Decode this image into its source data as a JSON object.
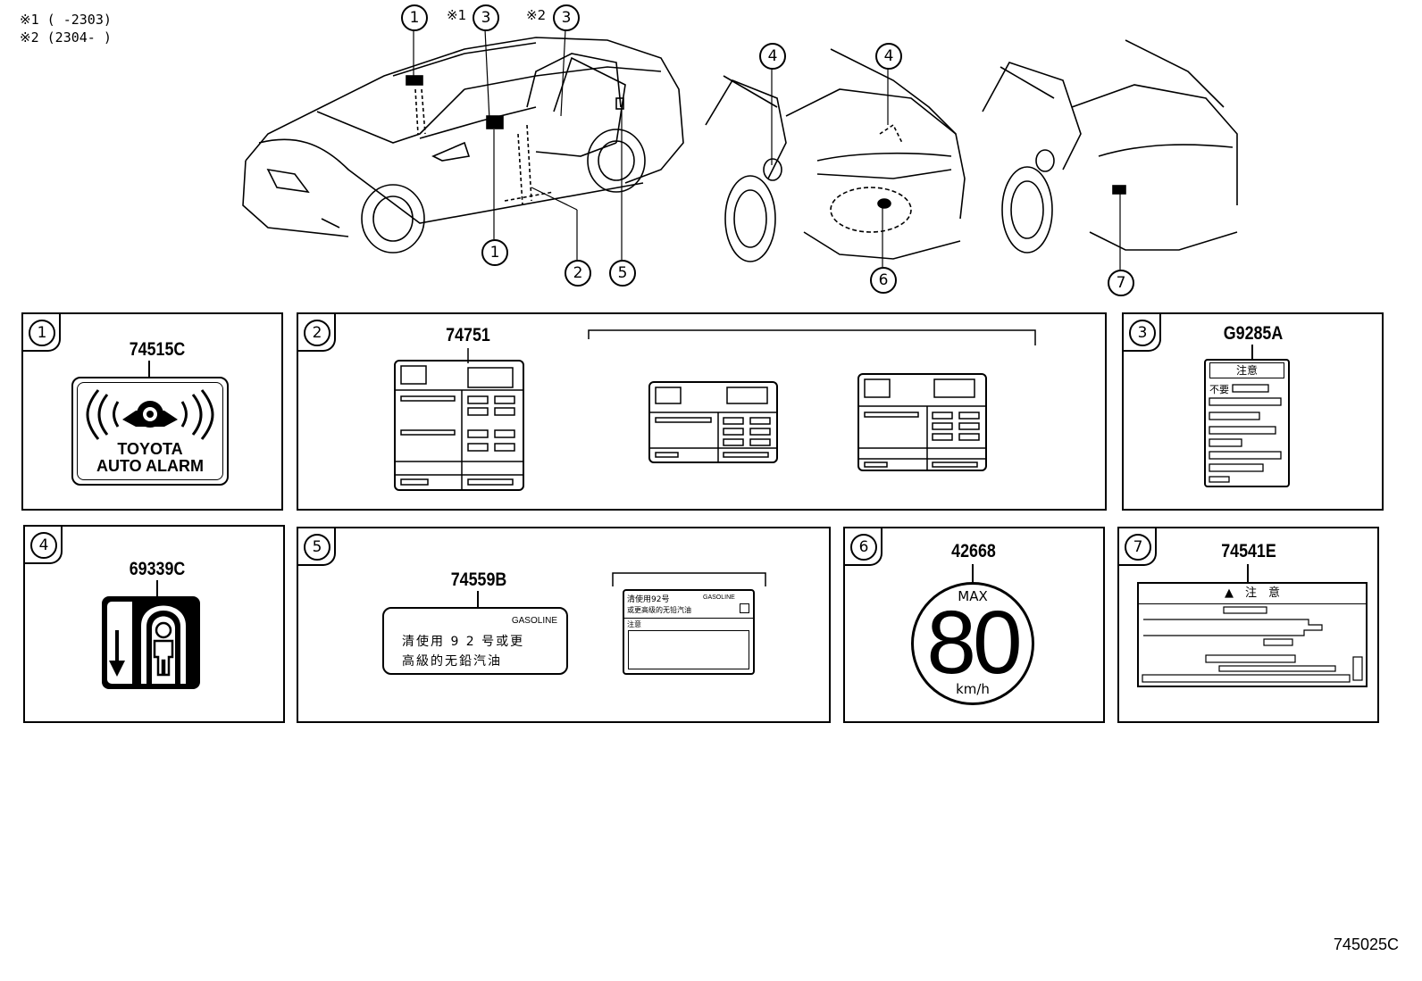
{
  "legend": {
    "note1": "※1 (     -2303)",
    "note2": "※2 (2304-     )"
  },
  "callouts": {
    "c1_top": "1",
    "c3_a_prefix": "※1",
    "c3_a": "3",
    "c3_b_prefix": "※2",
    "c3_b": "3",
    "c1_bottom": "1",
    "c2": "2",
    "c5": "5",
    "c4_a": "4",
    "c4_b": "4",
    "c6": "6",
    "c7": "7"
  },
  "panels": [
    {
      "num": "1",
      "part": "74515C",
      "label_lines": [
        "TOYOTA",
        "AUTO ALARM"
      ]
    },
    {
      "num": "2",
      "part": "74751"
    },
    {
      "num": "3",
      "part": "G9285A",
      "label_header": "注意",
      "label_line": "不要"
    },
    {
      "num": "4",
      "part": "69339C"
    },
    {
      "num": "5",
      "part": "74559B",
      "label_fuel": "GASOLINE",
      "label_line1": "清使用 9 2 号或更",
      "label_line2": "高級的无鉛汽油",
      "alt_line1": "清使用92号",
      "alt_fuel": "GASOLINE",
      "alt_line2": "或更高级的无铅汽油",
      "alt_line3": "注意"
    },
    {
      "num": "6",
      "part": "42668",
      "sign_top": "MAX",
      "sign_value": "80",
      "sign_unit": "km/h"
    },
    {
      "num": "7",
      "part": "74541E",
      "label_header": "▲　注　意"
    }
  ],
  "drawing_code": "745025C"
}
